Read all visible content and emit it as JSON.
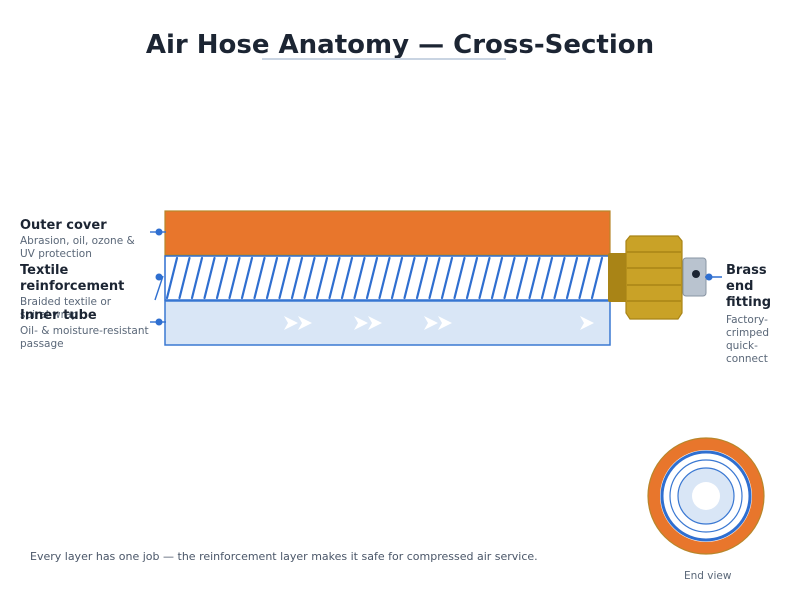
{
  "title": "Air Hose Anatomy — Cross-Section",
  "layers": [
    {
      "name": "Outer cover",
      "description": "Abrasion, oil, ozone & UV protection"
    },
    {
      "name": "Textile reinforcement",
      "description": "Braided textile or spiral wrap"
    },
    {
      "name": "Inner tube",
      "description": "Oil- & moisture-resistant passage"
    }
  ],
  "fitting": {
    "name": "Brass end fitting",
    "description": "Factory-crimped quick-connect"
  },
  "footnote": "Every layer has one job — the reinforcement layer makes it safe for compressed air service.",
  "end_view_label": "End view",
  "colors": {
    "outer_cover": "#e8762c",
    "reinforcement_stroke": "#2f6fd0",
    "inner_tube_fill": "#d9e6f6",
    "inner_tube_stroke": "#3a78d2",
    "brass": "#c9a227",
    "brass_dark": "#a98416",
    "connector": "#b9c3cf",
    "callout": "#2f6fd0",
    "title": "#1c2533"
  },
  "icons": [
    "flow-arrow-icon",
    "callout-dot-icon"
  ]
}
